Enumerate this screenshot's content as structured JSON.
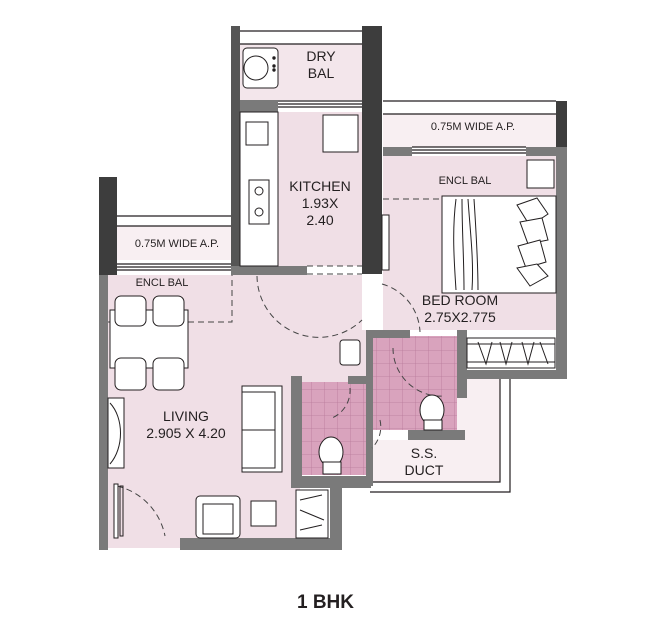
{
  "plan": {
    "title": "1 BHK",
    "colors": {
      "floor": "#f0dfe6",
      "floor_light": "#f8eff2",
      "wet_floor": "#d9a3bd",
      "wet_grout": "#b87a9a",
      "wall_grey": "#7a7a7a",
      "wall_dark": "#3d3d3d",
      "line": "#231f20",
      "white": "#ffffff"
    },
    "rooms": {
      "dry_bal": {
        "label": "DRY\nBAL"
      },
      "kitchen": {
        "label": "KITCHEN\n1.93X\n2.40",
        "name": "KITCHEN",
        "size": "1.93X 2.40"
      },
      "ap_right": {
        "label": "0.75M WIDE A.P."
      },
      "encl_bal_right": {
        "label": "ENCL BAL"
      },
      "bedroom": {
        "label": "BED ROOM\n2.75X2.775",
        "name": "BED ROOM",
        "size": "2.75X2.775"
      },
      "ap_left": {
        "label": "0.75M WIDE A.P."
      },
      "encl_bal_left": {
        "label": "ENCL BAL"
      },
      "living": {
        "label": "LIVING\n2.905 X 4.20",
        "name": "LIVING",
        "size": "2.905 X 4.20"
      },
      "duct": {
        "label": "S.S.\nDUCT"
      }
    }
  }
}
